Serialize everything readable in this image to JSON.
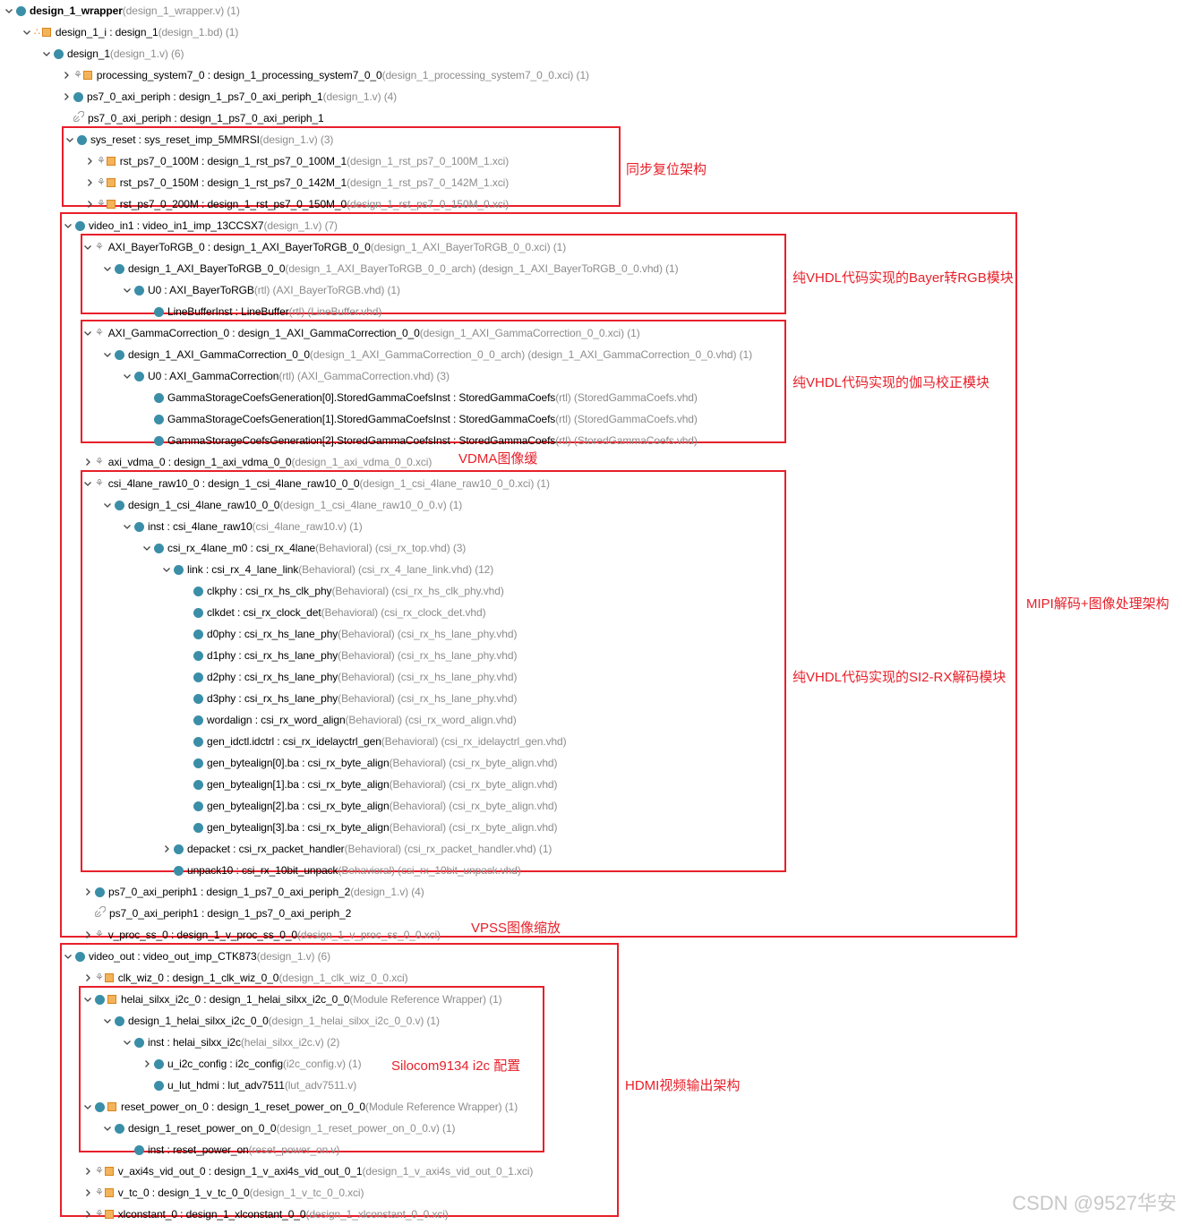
{
  "rows": [
    {
      "name": "design_1_wrapper",
      "meta": " (design_1_wrapper.v) (1)",
      "chev": "down",
      "icon": "dot"
    },
    {
      "name": "design_1_i : design_1",
      "meta": " (design_1.bd) (1)",
      "chev": "down",
      "icon": "bd"
    },
    {
      "name": "design_1",
      "meta": " (design_1.v) (6)",
      "chev": "down",
      "icon": "dot"
    },
    {
      "name": "processing_system7_0 : design_1_processing_system7_0_0",
      "meta": " (design_1_processing_system7_0_0.xci) (1)",
      "chev": "right",
      "icon": "ip"
    },
    {
      "name": "ps7_0_axi_periph : design_1_ps7_0_axi_periph_1",
      "meta": " (design_1.v) (4)",
      "chev": "right",
      "icon": "dot"
    },
    {
      "name": "ps7_0_axi_periph : design_1_ps7_0_axi_periph_1",
      "meta": "",
      "chev": "none",
      "icon": "link"
    },
    {
      "name": "sys_reset : sys_reset_imp_5MMRSI",
      "meta": " (design_1.v) (3)",
      "chev": "down",
      "icon": "dot"
    },
    {
      "name": "rst_ps7_0_100M : design_1_rst_ps7_0_100M_1",
      "meta": " (design_1_rst_ps7_0_100M_1.xci)",
      "chev": "right",
      "icon": "ip"
    },
    {
      "name": "rst_ps7_0_150M : design_1_rst_ps7_0_142M_1",
      "meta": " (design_1_rst_ps7_0_142M_1.xci)",
      "chev": "right",
      "icon": "ip"
    },
    {
      "name": "rst_ps7_0_200M : design_1_rst_ps7_0_150M_0",
      "meta": " (design_1_rst_ps7_0_150M_0.xci)",
      "chev": "right",
      "icon": "ip"
    },
    {
      "name": "video_in1 : video_in1_imp_13CCSX7",
      "meta": " (design_1.v) (7)",
      "chev": "down",
      "icon": "dot"
    },
    {
      "name": "AXI_BayerToRGB_0 : design_1_AXI_BayerToRGB_0_0",
      "meta": " (design_1_AXI_BayerToRGB_0_0.xci) (1)",
      "chev": "down",
      "icon": "iponly"
    },
    {
      "name": "design_1_AXI_BayerToRGB_0_0",
      "meta": "(design_1_AXI_BayerToRGB_0_0_arch) (design_1_AXI_BayerToRGB_0_0.vhd) (1)",
      "chev": "down",
      "icon": "dot"
    },
    {
      "name": "U0 : AXI_BayerToRGB",
      "meta": "(rtl) (AXI_BayerToRGB.vhd) (1)",
      "chev": "down",
      "icon": "dot"
    },
    {
      "name": "LineBufferInst : LineBuffer",
      "meta": "(rtl) (LineBuffer.vhd)",
      "chev": "none",
      "icon": "dot"
    },
    {
      "name": "AXI_GammaCorrection_0 : design_1_AXI_GammaCorrection_0_0",
      "meta": " (design_1_AXI_GammaCorrection_0_0.xci) (1)",
      "chev": "down",
      "icon": "iponly"
    },
    {
      "name": "design_1_AXI_GammaCorrection_0_0",
      "meta": "(design_1_AXI_GammaCorrection_0_0_arch) (design_1_AXI_GammaCorrection_0_0.vhd) (1)",
      "chev": "down",
      "icon": "dot"
    },
    {
      "name": "U0 : AXI_GammaCorrection",
      "meta": "(rtl) (AXI_GammaCorrection.vhd) (3)",
      "chev": "down",
      "icon": "dot"
    },
    {
      "name": "GammaStorageCoefsGeneration[0].StoredGammaCoefsInst : StoredGammaCoefs",
      "meta": "(rtl) (StoredGammaCoefs.vhd)",
      "chev": "none",
      "icon": "dot"
    },
    {
      "name": "GammaStorageCoefsGeneration[1].StoredGammaCoefsInst : StoredGammaCoefs",
      "meta": "(rtl) (StoredGammaCoefs.vhd)",
      "chev": "none",
      "icon": "dot"
    },
    {
      "name": "GammaStorageCoefsGeneration[2].StoredGammaCoefsInst : StoredGammaCoefs",
      "meta": "(rtl) (StoredGammaCoefs.vhd)",
      "chev": "none",
      "icon": "dot"
    },
    {
      "name": "axi_vdma_0 : design_1_axi_vdma_0_0",
      "meta": " (design_1_axi_vdma_0_0.xci)",
      "chev": "right",
      "icon": "iponly"
    },
    {
      "name": "csi_4lane_raw10_0 : design_1_csi_4lane_raw10_0_0",
      "meta": " (design_1_csi_4lane_raw10_0_0.xci) (1)",
      "chev": "down",
      "icon": "iponly"
    },
    {
      "name": "design_1_csi_4lane_raw10_0_0",
      "meta": " (design_1_csi_4lane_raw10_0_0.v) (1)",
      "chev": "down",
      "icon": "dot"
    },
    {
      "name": "inst : csi_4lane_raw10",
      "meta": " (csi_4lane_raw10.v) (1)",
      "chev": "down",
      "icon": "dot"
    },
    {
      "name": "csi_rx_4lane_m0 : csi_rx_4lane",
      "meta": "(Behavioral) (csi_rx_top.vhd) (3)",
      "chev": "down",
      "icon": "dot"
    },
    {
      "name": "link : csi_rx_4_lane_link",
      "meta": "(Behavioral) (csi_rx_4_lane_link.vhd) (12)",
      "chev": "down",
      "icon": "dot"
    },
    {
      "name": "clkphy : csi_rx_hs_clk_phy",
      "meta": "(Behavioral) (csi_rx_hs_clk_phy.vhd)",
      "chev": "none",
      "icon": "dot"
    },
    {
      "name": "clkdet : csi_rx_clock_det",
      "meta": "(Behavioral) (csi_rx_clock_det.vhd)",
      "chev": "none",
      "icon": "dot"
    },
    {
      "name": "d0phy : csi_rx_hs_lane_phy",
      "meta": "(Behavioral) (csi_rx_hs_lane_phy.vhd)",
      "chev": "none",
      "icon": "dot"
    },
    {
      "name": "d1phy : csi_rx_hs_lane_phy",
      "meta": "(Behavioral) (csi_rx_hs_lane_phy.vhd)",
      "chev": "none",
      "icon": "dot"
    },
    {
      "name": "d2phy : csi_rx_hs_lane_phy",
      "meta": "(Behavioral) (csi_rx_hs_lane_phy.vhd)",
      "chev": "none",
      "icon": "dot"
    },
    {
      "name": "d3phy : csi_rx_hs_lane_phy",
      "meta": "(Behavioral) (csi_rx_hs_lane_phy.vhd)",
      "chev": "none",
      "icon": "dot"
    },
    {
      "name": "wordalign : csi_rx_word_align",
      "meta": "(Behavioral) (csi_rx_word_align.vhd)",
      "chev": "none",
      "icon": "dot"
    },
    {
      "name": "gen_idctl.idctrl : csi_rx_idelayctrl_gen",
      "meta": "(Behavioral) (csi_rx_idelayctrl_gen.vhd)",
      "chev": "none",
      "icon": "dot"
    },
    {
      "name": "gen_bytealign[0].ba : csi_rx_byte_align",
      "meta": "(Behavioral) (csi_rx_byte_align.vhd)",
      "chev": "none",
      "icon": "dot"
    },
    {
      "name": "gen_bytealign[1].ba : csi_rx_byte_align",
      "meta": "(Behavioral) (csi_rx_byte_align.vhd)",
      "chev": "none",
      "icon": "dot"
    },
    {
      "name": "gen_bytealign[2].ba : csi_rx_byte_align",
      "meta": "(Behavioral) (csi_rx_byte_align.vhd)",
      "chev": "none",
      "icon": "dot"
    },
    {
      "name": "gen_bytealign[3].ba : csi_rx_byte_align",
      "meta": "(Behavioral) (csi_rx_byte_align.vhd)",
      "chev": "none",
      "icon": "dot"
    },
    {
      "name": "depacket : csi_rx_packet_handler",
      "meta": "(Behavioral) (csi_rx_packet_handler.vhd) (1)",
      "chev": "right",
      "icon": "dot"
    },
    {
      "name": "unpack10 : csi_rx_10bit_unpack",
      "meta": "(Behavioral) (csi_rx_10bit_unpack.vhd)",
      "chev": "none",
      "icon": "dot"
    },
    {
      "name": "ps7_0_axi_periph1 : design_1_ps7_0_axi_periph_2",
      "meta": " (design_1.v) (4)",
      "chev": "right",
      "icon": "dot"
    },
    {
      "name": "ps7_0_axi_periph1 : design_1_ps7_0_axi_periph_2",
      "meta": "",
      "chev": "none",
      "icon": "link"
    },
    {
      "name": "v_proc_ss_0 : design_1_v_proc_ss_0_0",
      "meta": " (design_1_v_proc_ss_0_0.xci)",
      "chev": "right",
      "icon": "iponly"
    },
    {
      "name": "video_out : video_out_imp_CTK873",
      "meta": " (design_1.v) (6)",
      "chev": "down",
      "icon": "dot"
    },
    {
      "name": "clk_wiz_0 : design_1_clk_wiz_0_0",
      "meta": " (design_1_clk_wiz_0_0.xci)",
      "chev": "right",
      "icon": "ip"
    },
    {
      "name": "helai_silxx_i2c_0 : design_1_helai_silxx_i2c_0_0",
      "meta": " (Module Reference Wrapper) (1)",
      "chev": "down",
      "icon": "dotsq"
    },
    {
      "name": "design_1_helai_silxx_i2c_0_0",
      "meta": " (design_1_helai_silxx_i2c_0_0.v) (1)",
      "chev": "down",
      "icon": "dot"
    },
    {
      "name": "inst : helai_silxx_i2c",
      "meta": " (helai_silxx_i2c.v) (2)",
      "chev": "down",
      "icon": "dot"
    },
    {
      "name": "u_i2c_config : i2c_config",
      "meta": " (i2c_config.v) (1)",
      "chev": "right",
      "icon": "dot"
    },
    {
      "name": "u_lut_hdmi : lut_adv7511",
      "meta": " (lut_adv7511.v)",
      "chev": "none",
      "icon": "dot"
    },
    {
      "name": "reset_power_on_0 : design_1_reset_power_on_0_0",
      "meta": " (Module Reference Wrapper) (1)",
      "chev": "down",
      "icon": "dotsq"
    },
    {
      "name": "design_1_reset_power_on_0_0",
      "meta": " (design_1_reset_power_on_0_0.v) (1)",
      "chev": "down",
      "icon": "dot"
    },
    {
      "name": "inst : reset_power_on",
      "meta": " (reset_power_on.v)",
      "chev": "none",
      "icon": "dot"
    },
    {
      "name": "v_axi4s_vid_out_0 : design_1_v_axi4s_vid_out_0_1",
      "meta": " (design_1_v_axi4s_vid_out_0_1.xci)",
      "chev": "right",
      "icon": "ip"
    },
    {
      "name": "v_tc_0 : design_1_v_tc_0_0",
      "meta": " (design_1_v_tc_0_0.xci)",
      "chev": "right",
      "icon": "ip"
    },
    {
      "name": "xlconstant_0 : design_1_xlconstant_0_0",
      "meta": " (design_1_xlconstant_0_0.xci)",
      "chev": "right",
      "icon": "ip"
    }
  ],
  "annotations": {
    "sync_reset": "同步复位架构",
    "bayer": "纯VHDL代码实现的Bayer转RGB模块",
    "gamma": "纯VHDL代码实现的伽马校正模块",
    "vdma": "VDMA图像缓",
    "mipi": "MIPI解码+图像处理架构",
    "csi": "纯VHDL代码实现的SI2-RX解码模块",
    "vpss": "VPSS图像缩放",
    "silicom": "Silocom9134 i2c 配置",
    "hdmi": "HDMI视频输出架构"
  },
  "watermark": "CSDN @9527华安",
  "colors": {
    "node": "#3a8ea8",
    "meta": "#8c8c8c",
    "annotation": "#e8202a",
    "ip": "#f3b35a"
  }
}
